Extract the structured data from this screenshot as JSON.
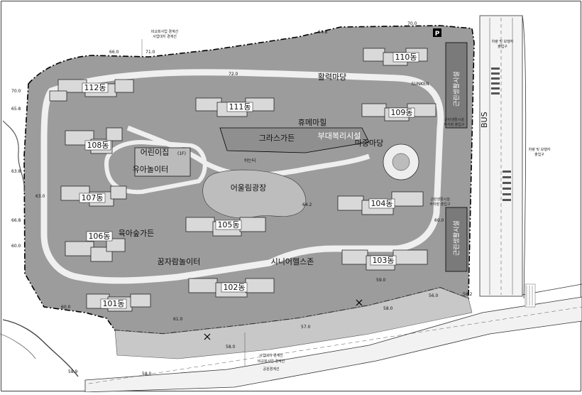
{
  "site": {
    "colors": {
      "site_fill": "#9c9c9c",
      "plaza_fill": "#bdbdbd",
      "road_fill": "#f2f2f2",
      "ink": "#111111",
      "building_fill": "#d9d9d9"
    },
    "buildings": [
      {
        "key": "b101",
        "label": "101동"
      },
      {
        "key": "b102",
        "label": "102동"
      },
      {
        "key": "b103",
        "label": "103동"
      },
      {
        "key": "b104",
        "label": "104동"
      },
      {
        "key": "b105",
        "label": "105동"
      },
      {
        "key": "b106",
        "label": "106동"
      },
      {
        "key": "b107",
        "label": "107동"
      },
      {
        "key": "b108",
        "label": "108동"
      },
      {
        "key": "b109",
        "label": "109동"
      },
      {
        "key": "b110",
        "label": "110동"
      },
      {
        "key": "b111",
        "label": "111동"
      },
      {
        "key": "b112",
        "label": "112동"
      }
    ],
    "facilities": {
      "hwalleok_madang": "활력마당",
      "hoomae_hill": "휴메마힐",
      "grass_garden": "그라스가든",
      "community_facility": "부대복리시설",
      "madang_yard": "마중마당",
      "childcare_center": "어린이집",
      "childcare_area": "(1F)",
      "kids_playground": "유아놀이터",
      "plaza": "어울림광장",
      "kids_garden": "육아숲가든",
      "family_playground": "꿈자람놀이터",
      "senior_zone": "시니어헬스존",
      "rest_area": "쉬는터"
    },
    "vertical_labels": {
      "top_right": "근린생활시설",
      "right_middle": "근린생활시설",
      "bus": "BUS"
    },
    "annotations": {
      "top_boundary": "비교회사업 경계선",
      "top_boundary_2": "사업대지 경계선",
      "right_top_entry": "차량 및 보행자",
      "right_top_entry_2": "출입구",
      "right_mid_entry": "차량 및 보행자",
      "right_mid_entry_2": "출입구",
      "near_109": "근린생활시설",
      "near_109_b": "주차장 출입구",
      "near_104": "근린생활시설",
      "near_104_b": "주차장 출입구",
      "bottom_boundary_1": "사업대지 경계선",
      "bottom_boundary_2": "비교회사업 경계선",
      "bottom_boundary_3": "공원경계선",
      "sunken": "SUNKEN"
    },
    "elevations": {
      "e1": "70.0",
      "e2": "64.8",
      "e3": "66.0",
      "e4": "71.0",
      "e5": "72.0",
      "e6": "70.0",
      "e7": "65.8",
      "e8": "63.8",
      "e9": "63.0",
      "e10": "66.8",
      "e11": "60.0",
      "e12": "60.0",
      "e13": "64.2",
      "e14": "61.0",
      "e15": "59.0",
      "e16": "58.0",
      "e17": "57.0",
      "e18": "58.0",
      "e19": "56.0",
      "e20": "58.2",
      "e21": "58.9",
      "e22": "58.0",
      "e23": "60.0"
    }
  }
}
